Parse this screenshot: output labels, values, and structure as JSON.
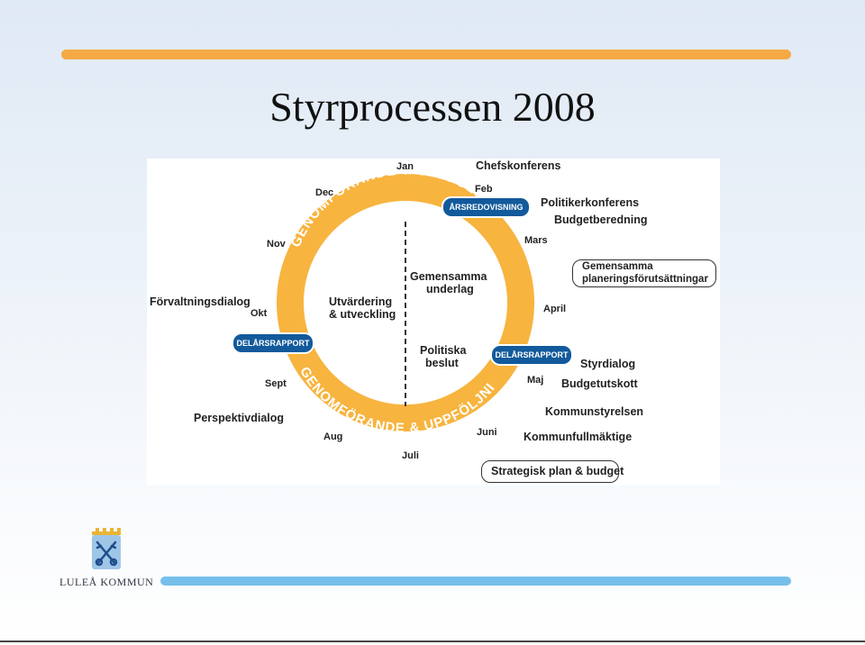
{
  "title": "Styrprocessen 2008",
  "colors": {
    "ring": "#f7b43f",
    "pill": "#125a9b",
    "top_bar": "#f5a945",
    "bottom_bar": "#76bfea"
  },
  "ring_text": {
    "top": "GENOMFÖRANDE & UPPFÖLJNING",
    "bottom": "GENOMFÖRANDE & UPPFÖLJNING"
  },
  "months": {
    "jan": "Jan",
    "feb": "Feb",
    "mars": "Mars",
    "april": "April",
    "maj": "Maj",
    "juni": "Juni",
    "juli": "Juli",
    "aug": "Aug",
    "sept": "Sept",
    "okt": "Okt",
    "nov": "Nov",
    "dec": "Dec"
  },
  "inner": {
    "gemensamma_underlag": [
      "Gemensamma",
      "underlag"
    ],
    "utvardering": [
      "Utvärdering",
      "& utveckling"
    ],
    "politiska_beslut": [
      "Politiska",
      "beslut"
    ]
  },
  "pills": {
    "arsredovisning": "ÅRSREDOVISNING",
    "delarsrapport_left": "DELÅRSRAPPORT",
    "delarsrapport_right": "DELÅRSRAPPORT"
  },
  "outer": {
    "chefskonferens": "Chefskonferens",
    "politikerkonferens": "Politikerkonferens",
    "budgetberedning": "Budgetberedning",
    "planering_box": [
      "Gemensamma",
      "planeringsförutsättningar"
    ],
    "forvaltningsdialog": "Förvaltningsdialog",
    "styrdialog": "Styrdialog",
    "budgetutskott": "Budgetutskott",
    "kommunstyrelsen": "Kommunstyrelsen",
    "kommunfullmaktige": "Kommunfullmäktige",
    "strategisk_box": "Strategisk plan & budget",
    "perspektivdialog": "Perspektivdialog"
  },
  "logo": {
    "text": "LULEÅ KOMMUN",
    "icon": "keys-crest-icon"
  }
}
